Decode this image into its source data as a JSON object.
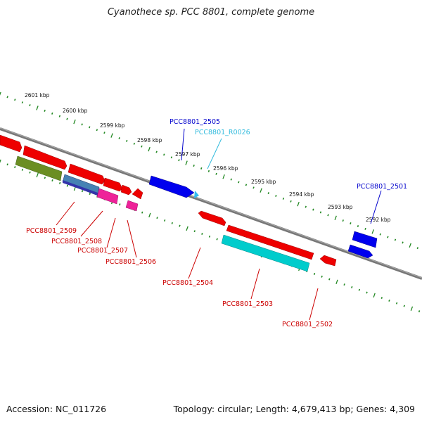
{
  "title": "Cyanothece sp. PCC 8801, complete genome",
  "footer": {
    "accession": "Accession: NC_011726",
    "summary": "Topology: circular; Length: 4,679,413 bp; Genes: 4,309"
  },
  "ruler": {
    "kbp_labels": [
      "2601 kbp",
      "2600 kbp",
      "2599 kbp",
      "2598 kbp",
      "2597 kbp",
      "2596 kbp",
      "2595 kbp",
      "2594 kbp",
      "2593 kbp",
      "2592 kbp"
    ]
  },
  "genes": [
    {
      "label": "PCC8801_2505",
      "color": "#0000cc"
    },
    {
      "label": "PCC8801_R0026",
      "color": "#33bbdd"
    },
    {
      "label": "PCC8801_2501",
      "color": "#0000cc"
    },
    {
      "label": "PCC8801_2509",
      "color": "#cc0000"
    },
    {
      "label": "PCC8801_2508",
      "color": "#cc0000"
    },
    {
      "label": "PCC8801_2507",
      "color": "#cc0000"
    },
    {
      "label": "PCC8801_2506",
      "color": "#cc0000"
    },
    {
      "label": "PCC8801_2504",
      "color": "#cc0000"
    },
    {
      "label": "PCC8801_2503",
      "color": "#cc0000"
    },
    {
      "label": "PCC8801_2502",
      "color": "#cc0000"
    }
  ]
}
